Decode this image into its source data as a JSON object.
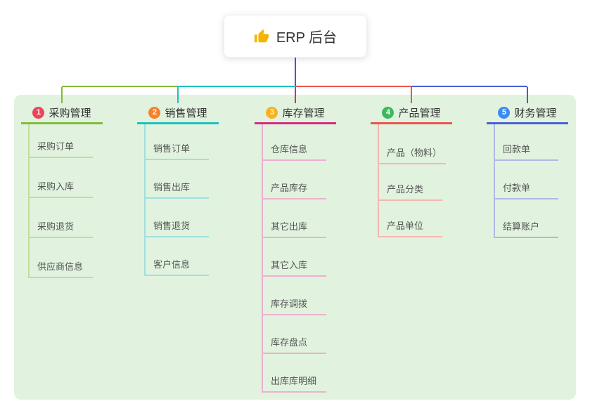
{
  "root": {
    "label": "ERP 后台",
    "icon": "thumbs-up-icon",
    "icon_color": "#f4b400"
  },
  "theme": {
    "canvas_bg": "#ffffff",
    "panel_bg": "#e1f3df",
    "root_line_color": "#4a57cc",
    "root_text_color": "#333333"
  },
  "branches": [
    {
      "badge": "1",
      "badge_color": "#e8475b",
      "label": "采购管理",
      "color": "#82bb3c",
      "light_color": "#c2dd97",
      "children": [
        "采购订单",
        "采购入库",
        "采购退货",
        "供应商信息"
      ]
    },
    {
      "badge": "2",
      "badge_color": "#f9812a",
      "label": "销售管理",
      "color": "#1fc0c0",
      "light_color": "#a0e0de",
      "children": [
        "销售订单",
        "销售出库",
        "销售退货",
        "客户信息"
      ]
    },
    {
      "badge": "3",
      "badge_color": "#fcb01e",
      "label": "库存管理",
      "color": "#d22d80",
      "light_color": "#eeafcf",
      "children": [
        "仓库信息",
        "产品库存",
        "其它出库",
        "其它入库",
        "库存调拨",
        "库存盘点",
        "出库库明细"
      ]
    },
    {
      "badge": "4",
      "badge_color": "#3cba5c",
      "label": "产品管理",
      "color": "#ea564e",
      "light_color": "#f6b6b1",
      "children": [
        "产品（物料）",
        "产品分类",
        "产品单位"
      ]
    },
    {
      "badge": "5",
      "badge_color": "#3d8bf2",
      "label": "财务管理",
      "color": "#4a5fd0",
      "light_color": "#aeb9e6",
      "children": [
        "回款单",
        "付款单",
        "结算账户"
      ]
    }
  ]
}
